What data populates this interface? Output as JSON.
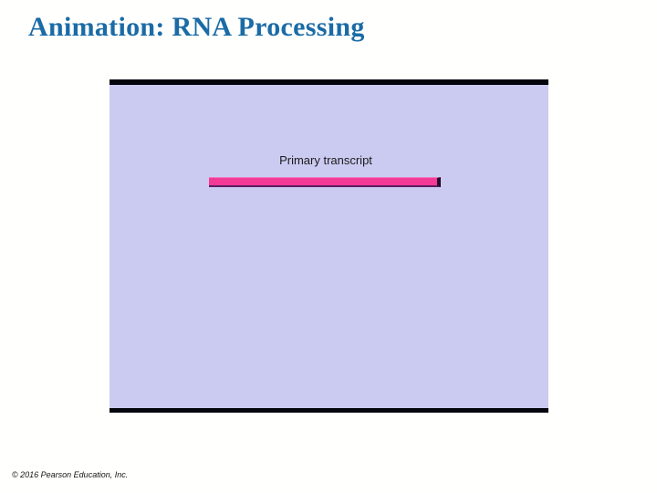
{
  "slide": {
    "title": "Animation: RNA Processing",
    "footer": "© 2016 Pearson Education, Inc."
  },
  "animation_frame": {
    "label": "Primary transcript",
    "description": "embedded animation frame showing a primary RNA transcript bar"
  },
  "colors": {
    "title_blue": "#1a6ba6",
    "frame_background": "#cbcbf2",
    "frame_border": "#05050e",
    "transcript_bar_pink": "#f23a96",
    "transcript_bar_shadow_dark": "#240b2e",
    "transcript_bar_shadow_purple": "#5c1e62",
    "transcript_bar_highlight": "#ef74bb",
    "slide_background": "#fffffe"
  }
}
